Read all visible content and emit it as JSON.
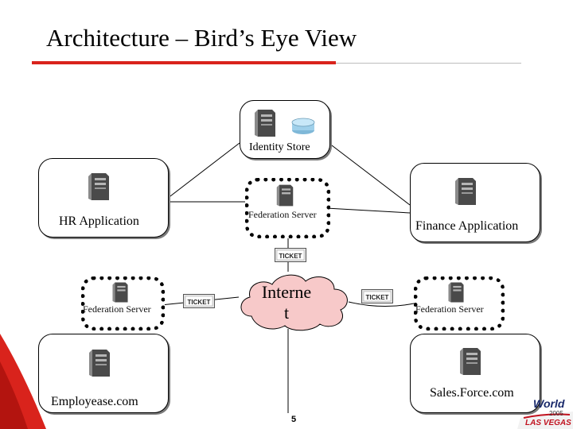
{
  "slide": {
    "title": "Architecture – Bird’s Eye View",
    "page_number": "5",
    "accent_color": "#d9231c"
  },
  "nodes": {
    "identity_store": {
      "label": "Identity Store",
      "icons": [
        "server-icon",
        "database-icon"
      ]
    },
    "hr_application": {
      "label": "HR Application",
      "icons": [
        "server-icon"
      ]
    },
    "finance_application": {
      "label": "Finance Application",
      "icons": [
        "server-icon"
      ]
    },
    "federation_center": {
      "label": "Federation Server",
      "icons": [
        "server-icon"
      ]
    },
    "federation_left": {
      "label": "Federation Server",
      "icons": [
        "server-icon"
      ]
    },
    "federation_right": {
      "label": "Federation Server",
      "icons": [
        "server-icon"
      ]
    },
    "employease": {
      "label": "Employease.com",
      "icons": [
        "server-icon"
      ]
    },
    "salesforce": {
      "label": "Sales.Force.com",
      "icons": [
        "server-icon"
      ]
    },
    "internet": {
      "label_line1": "Interne",
      "label_line2": "t"
    }
  },
  "tickets": {
    "text": "TICKET",
    "icon": "ticket-icon",
    "count": 3
  },
  "logo": {
    "word": "World",
    "year": "2005",
    "city": "LAS VEGAS"
  }
}
